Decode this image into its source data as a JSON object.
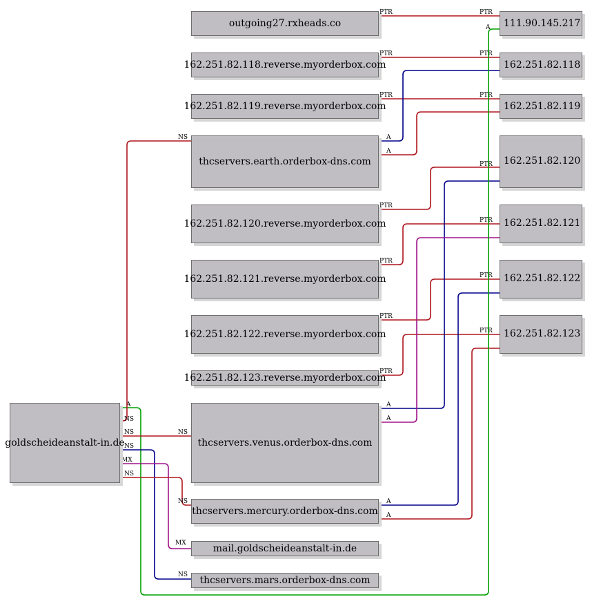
{
  "nodes": {
    "outgoing27": "outgoing27.rxheads.co",
    "rev118": "162.251.82.118.reverse.myorderbox.com",
    "rev119": "162.251.82.119.reverse.myorderbox.com",
    "earth": "thcservers.earth.orderbox-dns.com",
    "rev120": "162.251.82.120.reverse.myorderbox.com",
    "rev121": "162.251.82.121.reverse.myorderbox.com",
    "rev122": "162.251.82.122.reverse.myorderbox.com",
    "rev123": "162.251.82.123.reverse.myorderbox.com",
    "domain": "goldscheideanstalt-in.de",
    "venus": "thcservers.venus.orderbox-dns.com",
    "mercury": "thcservers.mercury.orderbox-dns.com",
    "mail": "mail.goldscheideanstalt-in.de",
    "mars": "thcservers.mars.orderbox-dns.com",
    "ip217": "111.90.145.217",
    "ip118": "162.251.82.118",
    "ip119": "162.251.82.119",
    "ip120": "162.251.82.120",
    "ip121": "162.251.82.121",
    "ip122": "162.251.82.122",
    "ip123": "162.251.82.123"
  },
  "edges": [
    {
      "id": "e1",
      "type": "PTR",
      "color": "#b0171f",
      "from": "outgoing27",
      "to": "ip217"
    },
    {
      "id": "e2",
      "type": "PTR",
      "color": "#b0171f",
      "from": "rev118",
      "to": "ip118"
    },
    {
      "id": "e3",
      "type": "PTR",
      "color": "#b0171f",
      "from": "rev119",
      "to": "ip119"
    },
    {
      "id": "e4",
      "type": "A",
      "color": "#00008b",
      "from": "earth",
      "to": "ip118"
    },
    {
      "id": "e5",
      "type": "A",
      "color": "#b0171f",
      "from": "earth",
      "to": "ip119"
    },
    {
      "id": "e6",
      "type": "PTR",
      "color": "#b0171f",
      "from": "rev120",
      "to": "ip120"
    },
    {
      "id": "e7",
      "type": "PTR",
      "color": "#b0171f",
      "from": "rev121",
      "to": "ip121"
    },
    {
      "id": "e8",
      "type": "PTR",
      "color": "#b0171f",
      "from": "rev122",
      "to": "ip122"
    },
    {
      "id": "e9",
      "type": "PTR",
      "color": "#b0171f",
      "from": "rev123",
      "to": "ip123"
    },
    {
      "id": "e10",
      "type": "A",
      "color": "#00008b",
      "from": "venus",
      "to": "ip120"
    },
    {
      "id": "e11",
      "type": "A",
      "color": "#a0148c",
      "from": "venus",
      "to": "ip121"
    },
    {
      "id": "e12",
      "type": "A",
      "color": "#00008b",
      "from": "mercury",
      "to": "ip122"
    },
    {
      "id": "e13",
      "type": "A",
      "color": "#b0171f",
      "from": "mercury",
      "to": "ip123"
    },
    {
      "id": "e14",
      "type": "A",
      "color": "#00a000",
      "from": "domain",
      "to": "ip217"
    },
    {
      "id": "e15",
      "type": "NS",
      "color": "#b0171f",
      "from": "domain",
      "to": "earth"
    },
    {
      "id": "e16",
      "type": "NS",
      "color": "#b0171f",
      "from": "domain",
      "to": "venus"
    },
    {
      "id": "e17",
      "type": "NS",
      "color": "#00008b",
      "from": "domain",
      "to": "mars"
    },
    {
      "id": "e18",
      "type": "MX",
      "color": "#a0148c",
      "from": "domain",
      "to": "mail"
    },
    {
      "id": "e19",
      "type": "NS",
      "color": "#b0171f",
      "from": "domain",
      "to": "mercury"
    }
  ]
}
